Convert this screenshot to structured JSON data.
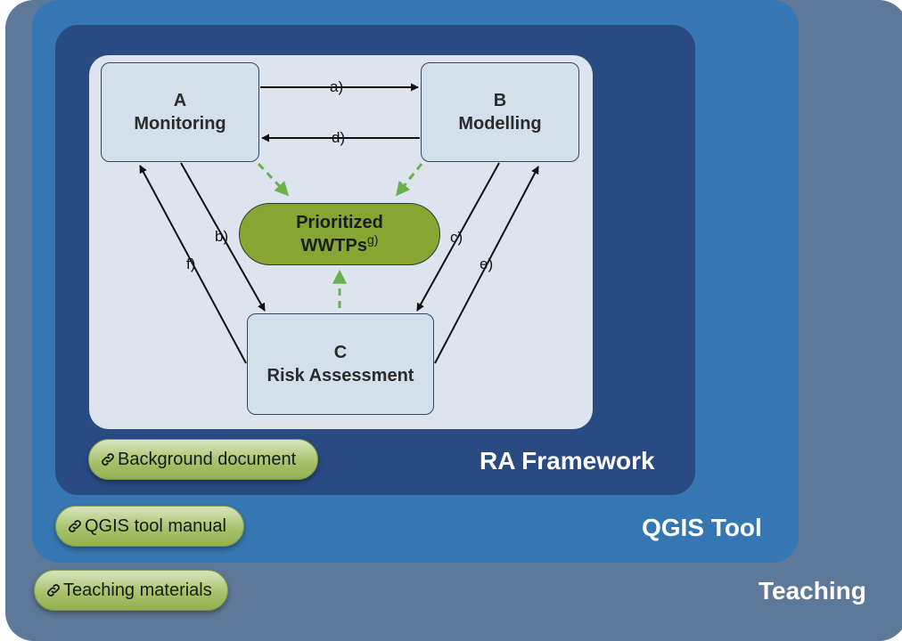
{
  "sections": {
    "teaching": "Teaching",
    "qgis": "QGIS Tool",
    "ra": "RA Framework"
  },
  "nodes": {
    "a": {
      "letter": "A",
      "label": "Monitoring"
    },
    "b": {
      "letter": "B",
      "label": "Modelling"
    },
    "c": {
      "letter": "C",
      "label": "Risk Assessment"
    }
  },
  "prioritized": {
    "line1": "Prioritized",
    "line2": "WWTPs",
    "sup": "g)"
  },
  "edges": {
    "a": "a)",
    "b": "b)",
    "c": "c)",
    "d": "d)",
    "e": "e)",
    "f": "f)"
  },
  "links": {
    "background": "Background document",
    "manual": "QGIS tool manual",
    "teaching": "Teaching materials"
  },
  "colors": {
    "teaching_bg": "#5d7898",
    "qgis_bg": "#3577b2",
    "ra_bg": "#2a4a82",
    "inner_bg": "#dde4ee",
    "node_fill": "#d3e0ec",
    "prioritized_fill": "#86a532",
    "dashed_arrow": "#6ab04c"
  }
}
